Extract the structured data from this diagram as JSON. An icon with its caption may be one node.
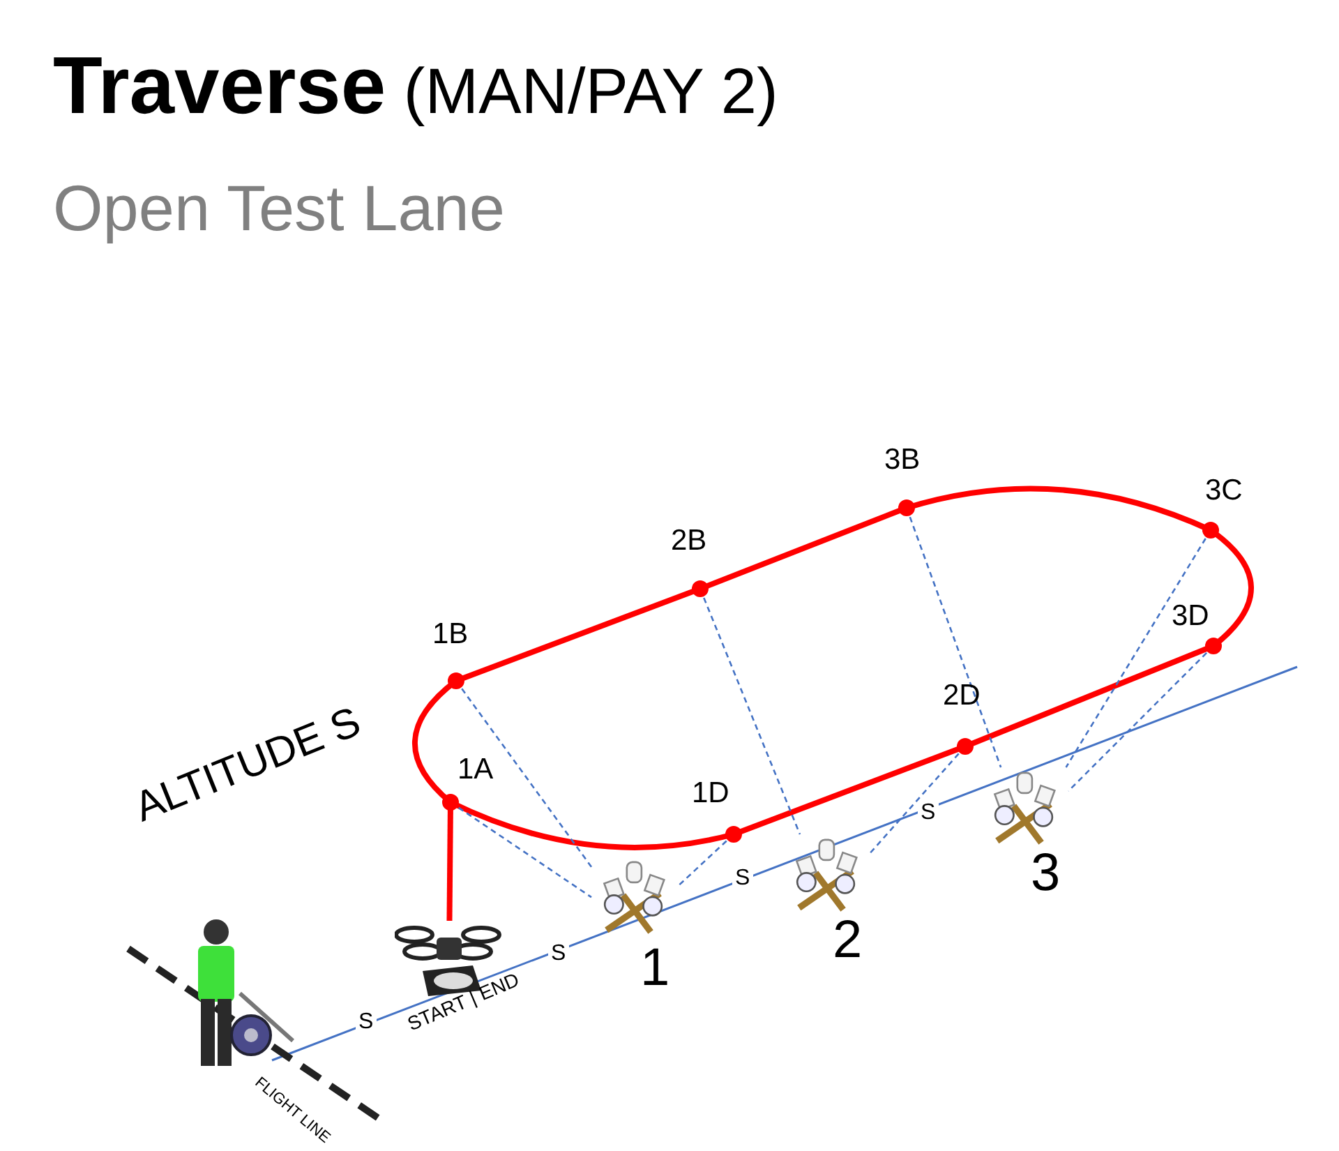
{
  "diagram": {
    "title": "**Traverse** (MAN/PAY 2)",
    "nodes": [
      {
        "text": [
          "1A"
        ]
      },
      {
        "text": [
          "1B"
        ]
      },
      {
        "text": [
          "2B"
        ]
      },
      {
        "text": [
          "3B"
        ]
      },
      {
        "text": [
          "3C"
        ]
      },
      {
        "text": [
          "3D"
        ]
      },
      {
        "text": [
          "2D"
        ]
      },
      {
        "text": [
          "1D"
        ]
      },
      {
        "text": [],
        "shape": "picture"
      },
      {
        "text": [
          "1"
        ]
      },
      {
        "text": [
          "2"
        ]
      },
      {
        "text": [
          "3"
        ]
      }
    ],
    "edges": [
      {
        "from": 8,
        "to": 0,
        "arrow": "none"
      },
      {
        "from": 0,
        "to": 1,
        "arrow": "none"
      },
      {
        "from": 1,
        "to": 2,
        "arrow": "none"
      },
      {
        "from": 2,
        "to": 3,
        "arrow": "none"
      },
      {
        "from": 3,
        "to": 4,
        "arrow": "none"
      },
      {
        "from": 4,
        "to": 5,
        "arrow": "none"
      },
      {
        "from": 5,
        "to": 6,
        "arrow": "none"
      },
      {
        "from": 6,
        "to": 7,
        "arrow": "none"
      },
      {
        "from": 7,
        "to": 0,
        "arrow": "none"
      },
      {
        "from": 0,
        "to": 9,
        "arrow": "none",
        "style": "dashed",
        "color": "#4472c4"
      },
      {
        "from": 1,
        "to": 9,
        "arrow": "none",
        "style": "dashed",
        "color": "#4472c4"
      },
      {
        "from": 7,
        "to": 9,
        "arrow": "none",
        "style": "dashed",
        "color": "#4472c4"
      },
      {
        "from": 2,
        "to": 10,
        "arrow": "none",
        "style": "dashed",
        "color": "#4472c4"
      },
      {
        "from": 6,
        "to": 10,
        "arrow": "none",
        "style": "dashed",
        "color": "#4472c4"
      },
      {
        "from": 3,
        "to": 11,
        "arrow": "none",
        "style": "dashed",
        "color": "#4472c4"
      },
      {
        "from": 4,
        "to": 11,
        "arrow": "none",
        "style": "dashed",
        "color": "#4472c4"
      },
      {
        "from": 5,
        "to": 11,
        "arrow": "none",
        "style": "dashed",
        "color": "#4472c4"
      }
    ],
    "labels": [
      "Open Test Lane",
      "ALTITUDE S",
      "S",
      "S",
      "S",
      "S",
      "START | END",
      "FLIGHT LINE"
    ]
  }
}
